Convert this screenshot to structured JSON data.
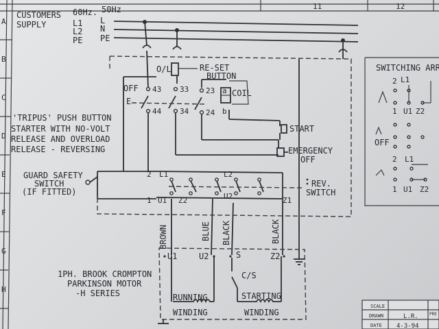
{
  "frame": {
    "row_letters": [
      "A",
      "B",
      "C",
      "D",
      "E",
      "F",
      "G",
      "H"
    ],
    "col_numbers": [
      "11",
      "12"
    ]
  },
  "supply": {
    "line1": "CUSTOMERS",
    "line2": "SUPPLY",
    "hz60": "60Hz.",
    "hz50": "50Hz",
    "rows": [
      {
        "a": "L1",
        "b": "L"
      },
      {
        "a": "L2",
        "b": "N"
      },
      {
        "a": "PE",
        "b": "PE"
      }
    ]
  },
  "description": {
    "lines": [
      "'TRIPUS' PUSH BUTTON",
      "STARTER WITH NO-VOLT",
      "RELEASE AND OVERLOAD",
      "RELEASE - REVERSING"
    ]
  },
  "guard": {
    "lines": [
      "GUARD SAFETY",
      "SWITCH",
      "(IF FITTED)"
    ]
  },
  "labels": {
    "ol": "O/L",
    "reset1": "RE-SET",
    "reset2": "BUTTON",
    "off": "OFF",
    "coil": "COIL",
    "start": "START",
    "emergency1": "EMERGENCY",
    "emergency2": "OFF",
    "rev1": "REV.",
    "rev2": "SWITCH",
    "switching": "SWITCHING ARR",
    "sw_off": "OFF"
  },
  "terminals": {
    "t43": "43",
    "t33": "33",
    "t23": "23",
    "t44": "44",
    "t34": "34",
    "t24": "24",
    "a": "a",
    "b": "b",
    "e": "E",
    "r2": "2",
    "rL1": "L1",
    "rL2": "L2",
    "r1": "1",
    "rU1": "U1",
    "rZ2": "Z2",
    "rU2": "U2",
    "rZ1": "Z1",
    "sw_2a": "2",
    "sw_L1a": "L1",
    "sw_1a": "1",
    "sw_U1a": "U1",
    "sw_Z2a": "Z2",
    "sw_2b": "2",
    "sw_L1b": "L1",
    "sw_1b": "1",
    "sw_U1b": "U1",
    "sw_Z2b": "Z2"
  },
  "wires": {
    "brown": "BROWN",
    "blue": "BLUE",
    "black1": "BLACK",
    "black2": "BLACK"
  },
  "motor": {
    "lines": [
      "1PH. BROOK CROMPTON",
      "PARKINSON MOTOR",
      "-H SERIES"
    ],
    "u1": "U1",
    "u2": "U2",
    "s": "S",
    "z2": "Z2",
    "cs": "C/S",
    "running1": "RUNNING",
    "running2": "WINDING",
    "starting1": "STARTING",
    "starting2": "WINDING"
  },
  "title_block": {
    "scale": "SCALE",
    "drawn": "DRAWN",
    "date": "DATE",
    "drawn_by": "L.R.",
    "date_value": "4-3-94",
    "ref": "PRE"
  }
}
